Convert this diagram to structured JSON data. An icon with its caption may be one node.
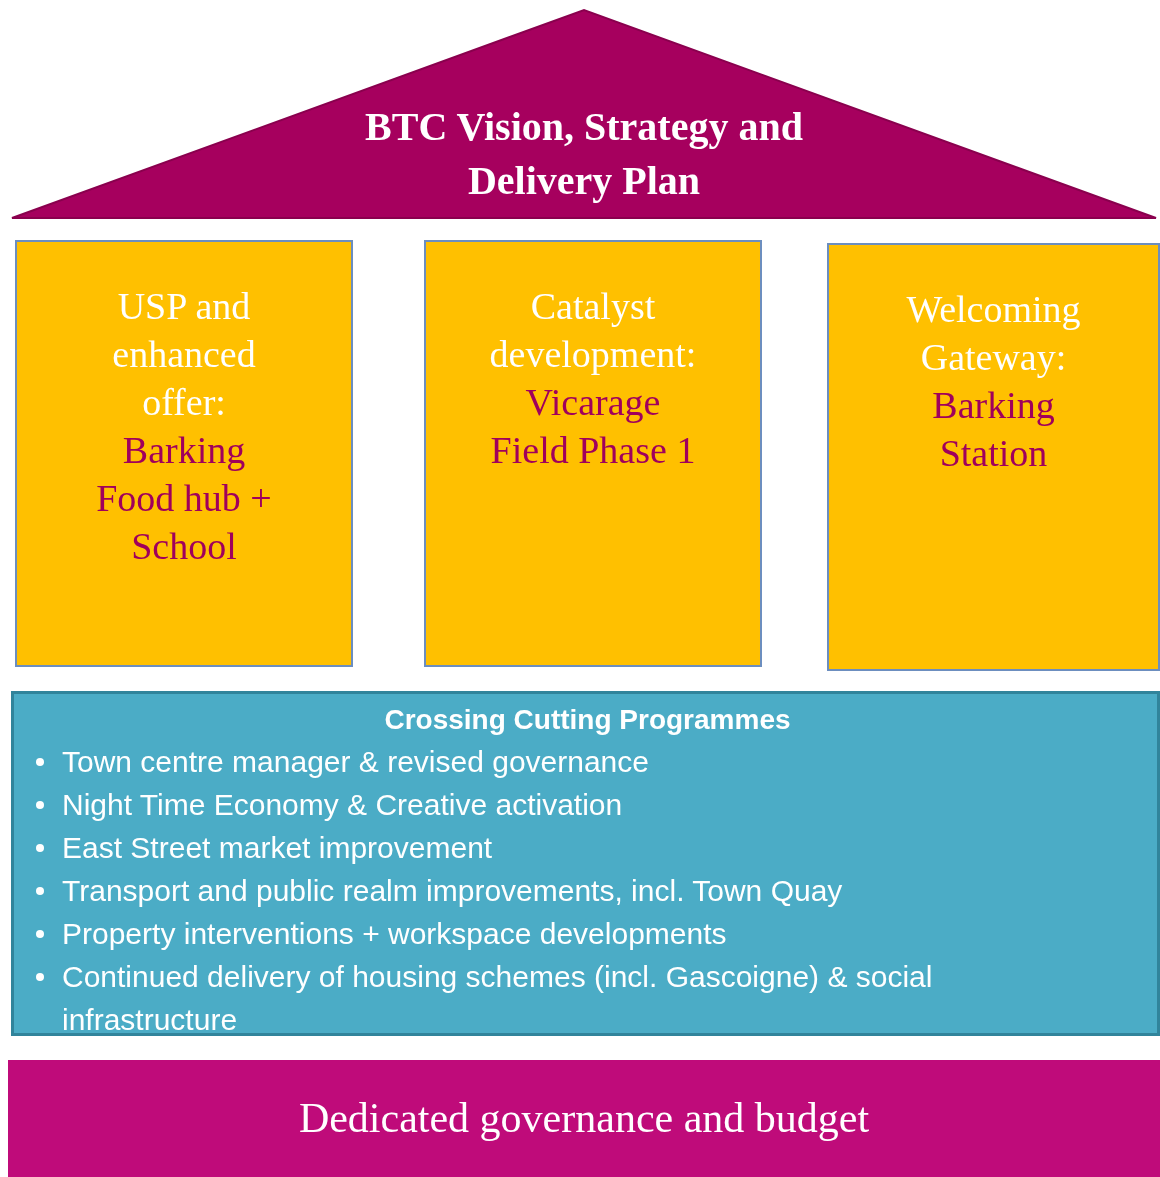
{
  "diagram": {
    "nodes": [
      {
        "text": [
          "BTC Vision, Strategy and Delivery Plan"
        ]
      },
      {
        "text": [
          "USP and enhanced offer:",
          "Barking Food hub + School"
        ]
      },
      {
        "text": [
          "Catalyst development:",
          "Vicarage Field Phase 1"
        ]
      },
      {
        "text": [
          "Welcoming Gateway:",
          "Barking Station"
        ]
      },
      {
        "text": [
          "Crossing Cutting Programmes",
          "Town centre manager & revised governance",
          "Night Time Economy & Creative activation",
          "East Street market improvement",
          "Transport and public realm improvements, incl. Town Quay",
          "Property interventions + workspace developments",
          "Continued delivery of housing schemes (incl. Gascoigne) & social infrastructure"
        ]
      },
      {
        "text": [
          "Dedicated governance and budget"
        ]
      }
    ],
    "edges": []
  }
}
